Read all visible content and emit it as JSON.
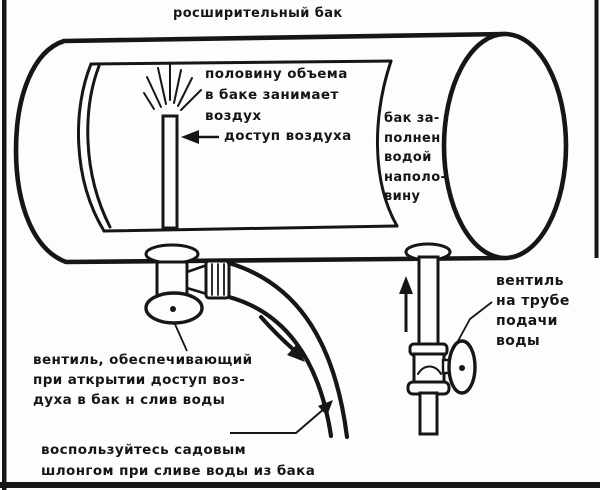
{
  "drawing": {
    "kind": "scanned technical illustration, black ink on white paper",
    "title": "росширительный бак",
    "labels": {
      "air_volume": {
        "lines": [
          "половину объема",
          "в баке занимает",
          "воздух"
        ]
      },
      "air_access": {
        "text": "доступ воздуха"
      },
      "half_filled": {
        "lines": [
          "бак за-",
          "полнен",
          "водой",
          "наполо-",
          "вину"
        ]
      },
      "supply_valve": {
        "lines": [
          "вентиль",
          "на трубе",
          "подачи",
          "воды"
        ]
      },
      "drain_valve": {
        "lines": [
          "вентиль, обеспечивающий",
          "при аткрытии доступ воз-",
          "духа в бак н слив воды"
        ]
      },
      "hose_note": {
        "lines": [
          "воспользуйтесь садовым",
          "шлонгом при сливе воды из бака"
        ]
      }
    },
    "colors": {
      "ink": "#161616",
      "paper": "#fdfdfb"
    }
  }
}
